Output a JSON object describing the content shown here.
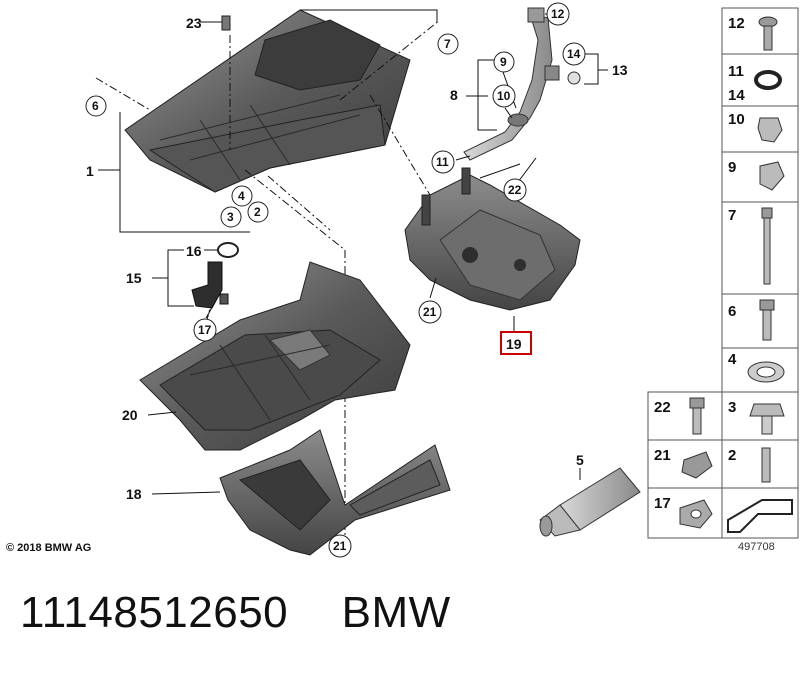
{
  "diagram": {
    "callouts": {
      "c1": "1",
      "c2": "2",
      "c3": "3",
      "c4": "4",
      "c5": "5",
      "c6": "6",
      "c7": "7",
      "c8": "8",
      "c9": "9",
      "c10": "10",
      "c11": "11",
      "c12": "12",
      "c13": "13",
      "c14": "14",
      "c15": "15",
      "c16": "16",
      "c17": "17",
      "c18": "18",
      "c19": "19",
      "c20": "20",
      "c21a": "21",
      "c21b": "21",
      "c22": "22",
      "c23": "23"
    },
    "highlight_color": "#cc0000",
    "parts_table": {
      "r12": "12",
      "r11": "11",
      "r14": "14",
      "r10": "10",
      "r9": "9",
      "r7": "7",
      "r6": "6",
      "r4": "4",
      "r22": "22",
      "r3": "3",
      "r21": "21",
      "r2": "2",
      "r17": "17"
    },
    "copyright": "© 2018 BMW AG",
    "image_number": "497708"
  },
  "footer": {
    "part_number": "11148512650",
    "brand": "BMW"
  }
}
